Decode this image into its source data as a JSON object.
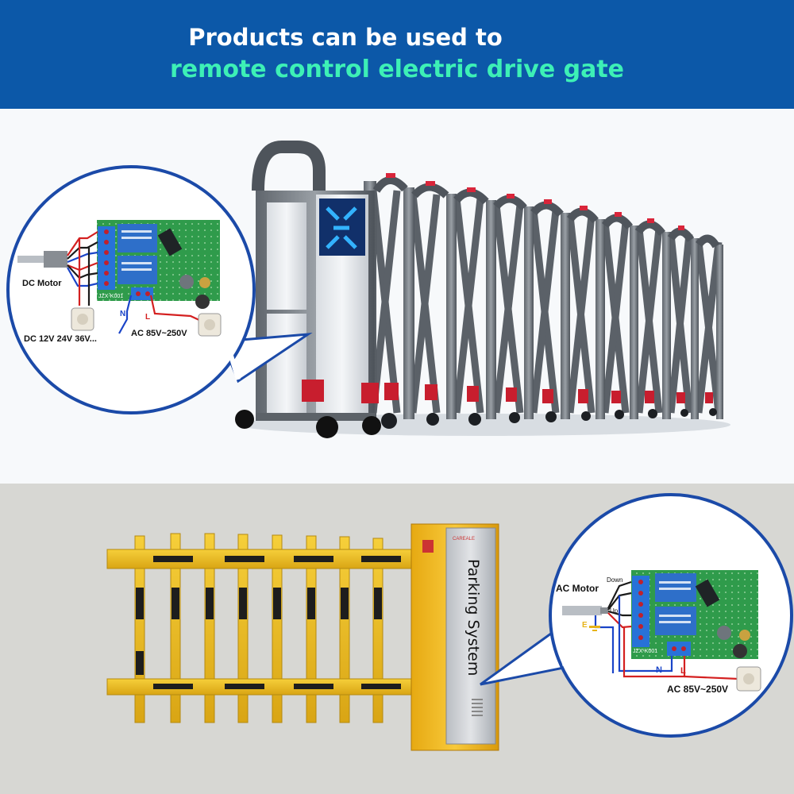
{
  "header": {
    "line1": "Products can be used to",
    "line2": "remote control electric drive gate"
  },
  "diagram_dc": {
    "motor_label": "DC Motor",
    "power_dc_label": "DC 12V 24V 36V...",
    "power_ac_label": "AC 85V~250V",
    "terminal_n": "N",
    "terminal_l": "L",
    "board_model": "JZX-K001"
  },
  "parking": {
    "sign_text": "Parking System",
    "plate_text": "CAREALE"
  },
  "diagram_ac": {
    "motor_label": "AC Motor",
    "down_label": "Down",
    "up_label": "Up",
    "earth_label": "E",
    "power_ac_label": "AC 85V~250V",
    "terminal_n": "N",
    "terminal_l": "L",
    "board_model": "JZX-K001"
  }
}
